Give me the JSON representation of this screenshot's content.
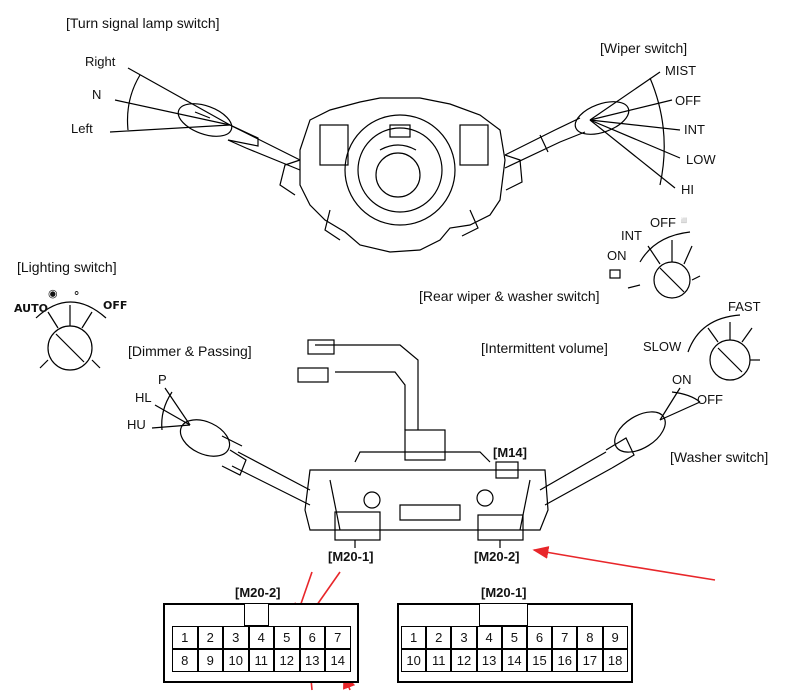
{
  "labels": {
    "turn_signal": "[Turn signal lamp switch]",
    "wiper_switch": "[Wiper switch]",
    "lighting_switch": "[Lighting switch]",
    "rear_wiper": "[Rear wiper & washer switch]",
    "dimmer_passing": "[Dimmer & Passing]",
    "intermittent_volume": "[Intermittent volume]",
    "washer_switch": "[Washer switch]"
  },
  "turn_positions": [
    "Right",
    "N",
    "Left"
  ],
  "wiper_positions": [
    "MIST",
    "OFF",
    "INT",
    "LOW",
    "HI"
  ],
  "lighting_positions": [
    "AUTO",
    "OFF"
  ],
  "rear_wiper_positions": [
    "INT",
    "OFF",
    "ON"
  ],
  "intermittent_positions": [
    "FAST",
    "SLOW"
  ],
  "dimmer_positions": [
    "P",
    "HL",
    "HU"
  ],
  "washer_positions": [
    "ON",
    "OFF"
  ],
  "connector_codes": {
    "m14": "[M14]",
    "m20_1": "[M20-1]",
    "m20_2": "[M20-2]"
  },
  "connectors": [
    {
      "title": "[M20-2]",
      "rows": [
        [
          "1",
          "2",
          "3",
          "4",
          "5",
          "6",
          "7"
        ],
        [
          "8",
          "9",
          "10",
          "11",
          "12",
          "13",
          "14"
        ]
      ]
    },
    {
      "title": "[M20-1]",
      "rows": [
        [
          "1",
          "2",
          "3",
          "4",
          "5",
          "6",
          "7",
          "8",
          "9"
        ],
        [
          "10",
          "11",
          "12",
          "13",
          "14",
          "15",
          "16",
          "17",
          "18"
        ]
      ]
    }
  ],
  "annotation_color": "#e8262a"
}
